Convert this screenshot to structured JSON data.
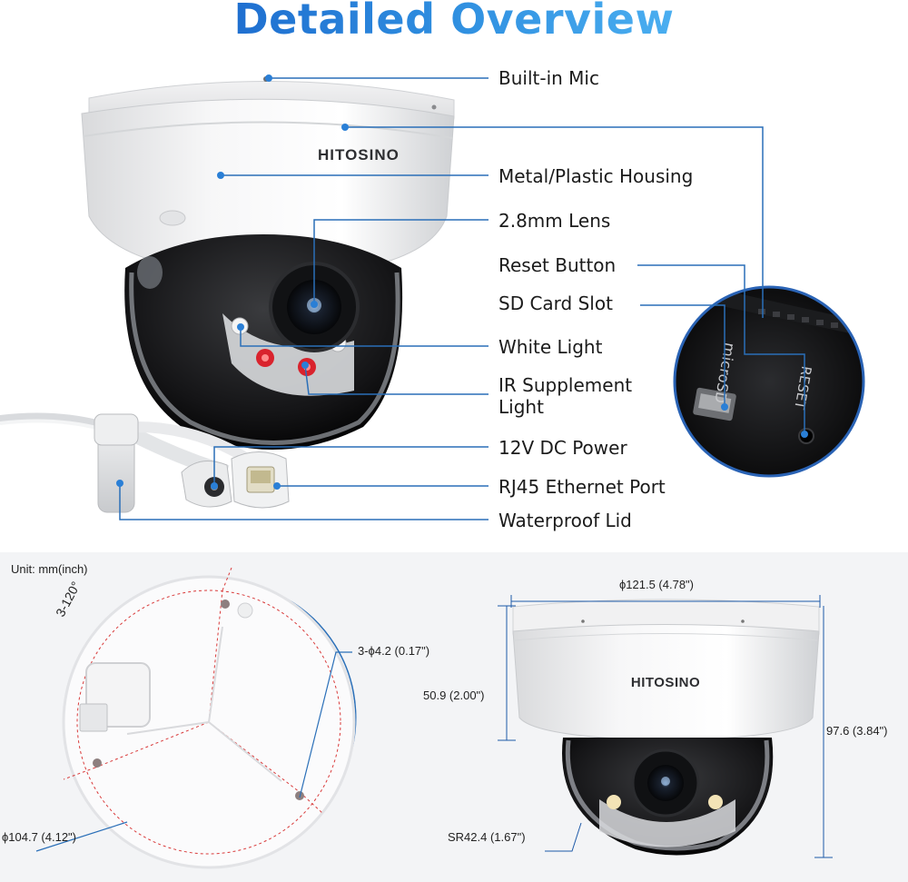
{
  "title": "Detailed Overview",
  "brand": "HITOSINO",
  "callouts": {
    "mic": "Built-in Mic",
    "housing": "Metal/Plastic Housing",
    "lens": "2.8mm Lens",
    "reset": "Reset Button",
    "sd": "SD Card Slot",
    "white_light": "White Light",
    "ir_line1": "IR Supplement",
    "ir_line2": "Light",
    "power": "12V DC Power",
    "rj45": "RJ45 Ethernet Port",
    "lid": "Waterproof Lid"
  },
  "inset": {
    "slot_text": "microSD",
    "reset_text": "RESET"
  },
  "dimensions": {
    "unit": "Unit: mm(inch)",
    "angle": "3-120°",
    "holes": "3-ϕ4.2 (0.17\")",
    "base_diameter": "ϕ104.7 (4.12\")",
    "top_diameter": "ϕ121.5 (4.78\")",
    "housing_height": "50.9 (2.00\")",
    "total_height": "97.6 (3.84\")",
    "dome_radius": "SR42.4 (1.67\")"
  },
  "colors": {
    "title_blue": "#2a7fd6",
    "callout_line": "#2a6fb8",
    "dot": "#2a7fd6"
  }
}
